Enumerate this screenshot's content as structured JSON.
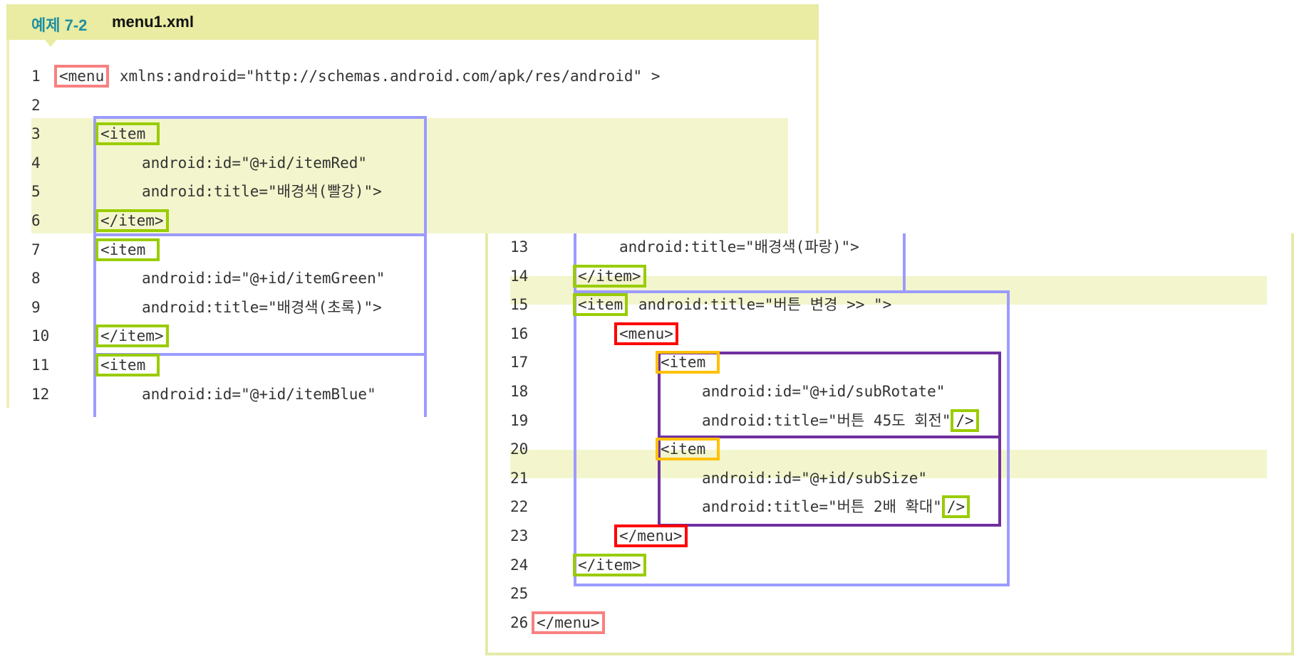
{
  "header": {
    "example_number": "예제 7-2",
    "file_name": "menu1.xml"
  },
  "colors": {
    "header_bg": "#e9eca2",
    "highlight_band": "#f3f5cc",
    "title_accent": "#1f8fa3",
    "root_menu_box": "#f88080",
    "item_tag_box": "#99cc00",
    "submenu_box": "#ff0000",
    "subitem_tag_box": "#ffc000",
    "item_group_box": "#9b9bff",
    "subitem_group_box": "#7030a0"
  },
  "panel1": {
    "lines": [
      {
        "n": "1",
        "indent": 0,
        "tokens": [
          {
            "t": "<menu",
            "box": "root"
          },
          {
            "t": " xmlns:android=\"http://schemas.android.com/apk/res/android\" >"
          }
        ]
      },
      {
        "n": "2",
        "indent": 0,
        "tokens": []
      },
      {
        "n": "3",
        "indent": 1,
        "tokens": [
          {
            "t": "<item ",
            "box": "item"
          }
        ]
      },
      {
        "n": "4",
        "indent": 2,
        "tokens": [
          {
            "t": "android:id=\"@+id/itemRed\""
          }
        ]
      },
      {
        "n": "5",
        "indent": 2,
        "tokens": [
          {
            "t": "android:title=\"배경색(빨강)\">"
          }
        ]
      },
      {
        "n": "6",
        "indent": 1,
        "tokens": [
          {
            "t": "</item>",
            "box": "item"
          }
        ]
      },
      {
        "n": "7",
        "indent": 1,
        "tokens": [
          {
            "t": "<item ",
            "box": "item"
          }
        ]
      },
      {
        "n": "8",
        "indent": 2,
        "tokens": [
          {
            "t": "android:id=\"@+id/itemGreen\""
          }
        ]
      },
      {
        "n": "9",
        "indent": 2,
        "tokens": [
          {
            "t": "android:title=\"배경색(초록)\">"
          }
        ]
      },
      {
        "n": "10",
        "indent": 1,
        "tokens": [
          {
            "t": "</item>",
            "box": "item"
          }
        ]
      },
      {
        "n": "11",
        "indent": 1,
        "tokens": [
          {
            "t": "<item ",
            "box": "item"
          }
        ]
      },
      {
        "n": "12",
        "indent": 2,
        "tokens": [
          {
            "t": "android:id=\"@+id/itemBlue\""
          }
        ]
      }
    ]
  },
  "panel2": {
    "lines": [
      {
        "n": "13",
        "indent": 2,
        "tokens": [
          {
            "t": "android:title=\"배경색(파랑)\">"
          }
        ]
      },
      {
        "n": "14",
        "indent": 1,
        "tokens": [
          {
            "t": "</item>",
            "box": "item"
          }
        ]
      },
      {
        "n": "15",
        "indent": 1,
        "tokens": [
          {
            "t": "<item",
            "box": "item"
          },
          {
            "t": " android:title=\"버튼 변경 >> \">"
          }
        ]
      },
      {
        "n": "16",
        "indent": 2,
        "tokens": [
          {
            "t": "<menu>",
            "box": "submenu"
          }
        ]
      },
      {
        "n": "17",
        "indent": 3,
        "tokens": [
          {
            "t": "<item ",
            "box": "subitem"
          }
        ]
      },
      {
        "n": "18",
        "indent": 4,
        "tokens": [
          {
            "t": "android:id=\"@+id/subRotate\""
          }
        ]
      },
      {
        "n": "19",
        "indent": 4,
        "tokens": [
          {
            "t": "android:title=\"버튼 45도 회전\""
          },
          {
            "t": "/>",
            "box": "item"
          }
        ]
      },
      {
        "n": "20",
        "indent": 3,
        "tokens": [
          {
            "t": "<item ",
            "box": "subitem"
          }
        ]
      },
      {
        "n": "21",
        "indent": 4,
        "tokens": [
          {
            "t": "android:id=\"@+id/subSize\""
          }
        ]
      },
      {
        "n": "22",
        "indent": 4,
        "tokens": [
          {
            "t": "android:title=\"버튼 2배 확대\""
          },
          {
            "t": "/>",
            "box": "item"
          }
        ]
      },
      {
        "n": "23",
        "indent": 2,
        "tokens": [
          {
            "t": "</menu>",
            "box": "submenu"
          }
        ]
      },
      {
        "n": "24",
        "indent": 1,
        "tokens": [
          {
            "t": "</item>",
            "box": "item"
          }
        ]
      },
      {
        "n": "25",
        "indent": 0,
        "tokens": []
      },
      {
        "n": "26",
        "indent": 0,
        "tokens": [
          {
            "t": "</menu>",
            "box": "root"
          }
        ]
      }
    ]
  }
}
